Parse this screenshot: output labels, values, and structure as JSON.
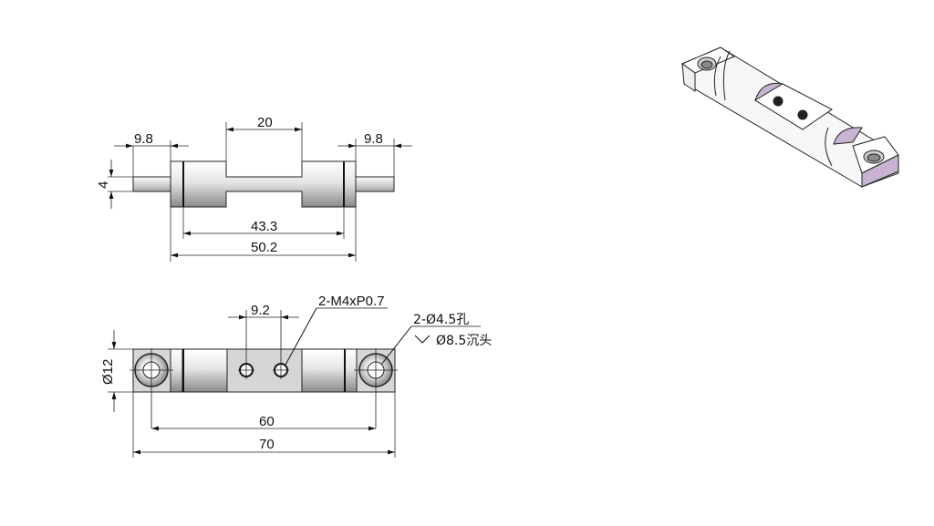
{
  "drawing": {
    "top_view": {
      "dim_left_tab": "9.8",
      "dim_center_slot": "20",
      "dim_right_tab": "9.8",
      "dim_pin_diameter": "4",
      "dim_inner_length": "43.3",
      "dim_outer_length": "50.2"
    },
    "front_view": {
      "dim_thread_spacing": "9.2",
      "note_thread": "2-M4xP0.7",
      "note_hole": "2-Ø4.5孔",
      "note_countersink": "Ø8.5沉头",
      "dim_height": "Ø12",
      "dim_hole_spacing": "60",
      "dim_overall_length": "70"
    },
    "iso_view": {
      "accent_color": "#c8b4d2"
    }
  }
}
